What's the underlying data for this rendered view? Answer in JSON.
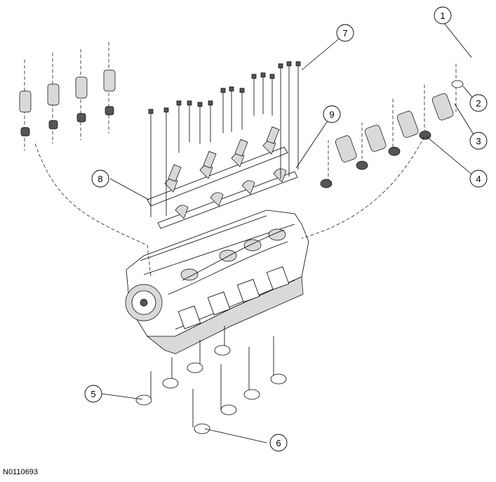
{
  "figure_code": "N0110693",
  "callouts": [
    {
      "label": "1"
    },
    {
      "label": "2"
    },
    {
      "label": "3"
    },
    {
      "label": "4"
    },
    {
      "label": "5"
    },
    {
      "label": "6"
    },
    {
      "label": "7"
    },
    {
      "label": "8"
    },
    {
      "label": "9"
    }
  ]
}
